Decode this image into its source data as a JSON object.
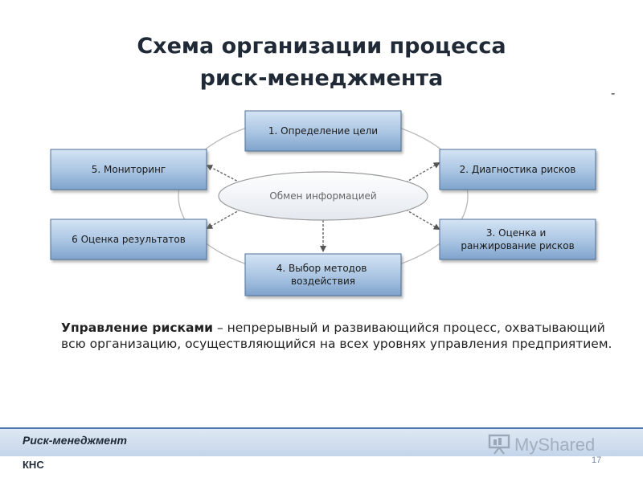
{
  "title": {
    "line1": "Схема организации процесса",
    "line2": "риск-менеджмента"
  },
  "marker": "-",
  "diagram": {
    "center": "Обмен информацией",
    "nodes": [
      {
        "lines": [
          "1. Определение цели"
        ]
      },
      {
        "lines": [
          "2. Диагностика рисков"
        ]
      },
      {
        "lines": [
          "3. Оценка и",
          "ранжирование рисков"
        ]
      },
      {
        "lines": [
          "4. Выбор методов",
          "воздействия"
        ]
      },
      {
        "lines": [
          "5. Мониторинг"
        ]
      },
      {
        "lines": [
          "6 Оценка результатов"
        ]
      }
    ]
  },
  "description": {
    "bold": "Управление рисками",
    "rest": " – непрерывный и развивающийся процесс, охватывающий всю организацию, осуществляющийся на всех уровнях управления предприятием."
  },
  "footer": {
    "title": "Риск-менеджмент",
    "subtitle": "КНС",
    "page": "17",
    "logo_text": "MyShared"
  },
  "colors": {
    "box_top": "#d4e4f4",
    "box_bottom": "#7fa3cc",
    "box_border": "#4d6f96",
    "accent": "#4a74b0"
  }
}
